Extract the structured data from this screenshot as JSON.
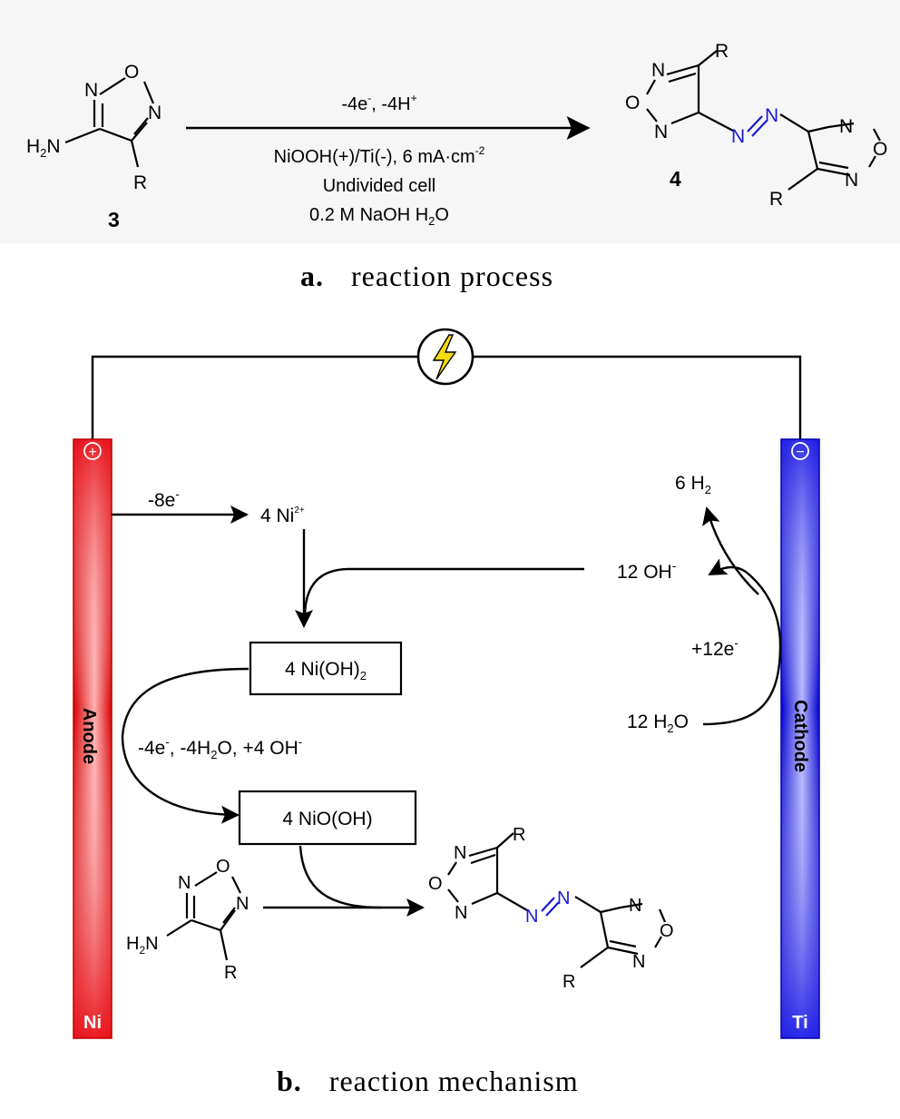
{
  "scheme": {
    "compound3": {
      "n_top": "N",
      "o_top": "O",
      "n_right": "N",
      "nh2_h": "H",
      "nh2_sub": "2",
      "nh2_n": "N",
      "r": "R",
      "number": "3"
    },
    "compound4": {
      "number": "4",
      "r": "R",
      "n": "N",
      "o": "O",
      "n_azo": "N"
    },
    "arrow_top": {
      "e_minus": "-4e",
      "e_sup": "-",
      "h_plus": ", -4H",
      "h_sup": "+"
    },
    "arrow_line2": {
      "text": "NiOOH(+)/Ti(-), 6 mA·cm",
      "sup": "-2"
    },
    "arrow_line3": "Undivided cell",
    "arrow_line4": {
      "pre": "0.2 M NaOH H",
      "sub": "2",
      "post": "O"
    }
  },
  "captions": {
    "a_label": "a.",
    "a_text": "reaction process",
    "b_label": "b.",
    "b_text": "reaction mechanism"
  },
  "cell": {
    "power_icon": "lightning-bolt-icon",
    "anode": {
      "sign": "+",
      "label": "Anode",
      "metal": "Ni",
      "color": "#e8141c"
    },
    "cathode": {
      "sign": "−",
      "label": "Cathode",
      "metal": "Ti",
      "color": "#2323e6"
    },
    "step1": {
      "e": "-8e",
      "e_sup": "-",
      "product": "4 Ni",
      "product_sup": "2+"
    },
    "box1": {
      "pre": "4 Ni(OH)",
      "sub": "2"
    },
    "step2": {
      "a": "-4e",
      "a_sup": "-",
      "b": ",  -4H",
      "b_sub": "2",
      "c": "O,  +4 OH",
      "c_sup": "-"
    },
    "box2": "4 NiO(OH)",
    "cathode_h2": {
      "pre": "6 H",
      "sub": "2"
    },
    "cathode_oh": {
      "pre": "12 OH",
      "sup": "-"
    },
    "cathode_e": {
      "pre": "+12e",
      "sup": "-"
    },
    "cathode_h2o": {
      "pre": "12 H",
      "sub": "2",
      "post": "O"
    }
  }
}
